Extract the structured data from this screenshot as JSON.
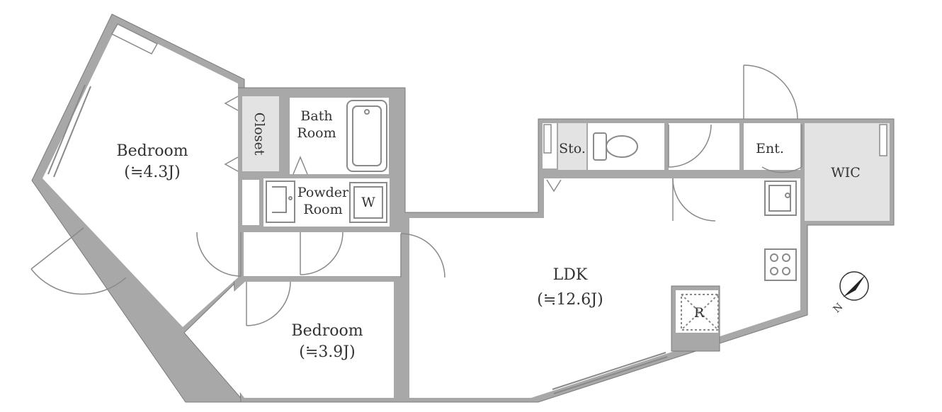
{
  "rooms": {
    "bedroom1": {
      "name": "Bedroom",
      "size": "(≒4.3J)"
    },
    "bedroom2": {
      "name": "Bedroom",
      "size": "(≒3.9J)"
    },
    "ldk": {
      "name": "LDK",
      "size": "(≒12.6J)"
    },
    "closet": {
      "name": "Closet"
    },
    "bath": {
      "line1": "Bath",
      "line2": "Room"
    },
    "powder": {
      "line1": "Powder",
      "line2": "Room"
    },
    "washer": {
      "name": "W"
    },
    "storage": {
      "name": "Sto."
    },
    "entrance": {
      "name": "Ent."
    },
    "wic": {
      "name": "WIC"
    },
    "refrigerator": {
      "name": "R"
    }
  },
  "compass": {
    "letter": "N"
  },
  "colors": {
    "wall": "#a8a8a8",
    "gray_room": "#e3e3e3",
    "line": "#8a8a8a"
  }
}
